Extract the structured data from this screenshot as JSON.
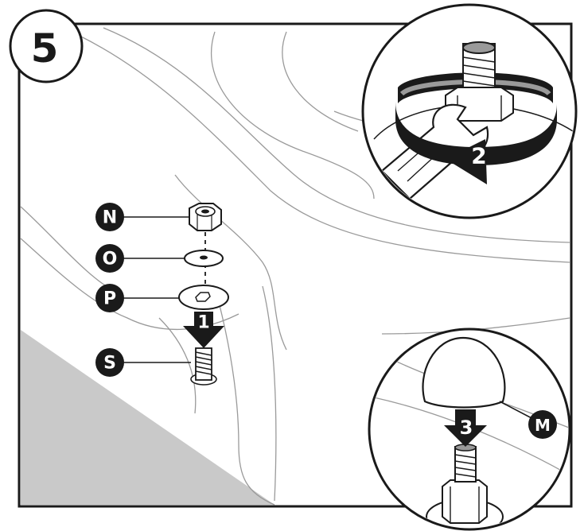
{
  "figure": {
    "step_number": "5",
    "part_labels": {
      "nut": "N",
      "washer": "O",
      "base_washer": "P",
      "bolt": "S",
      "cap": "M"
    },
    "action_steps": {
      "drop_parts": "1",
      "tighten_nut": "2",
      "attach_cap": "3"
    },
    "colors": {
      "ink": "#1a1a1a",
      "floor_shade": "#c9c9c9",
      "thread_shade": "#9a9a9a"
    }
  }
}
